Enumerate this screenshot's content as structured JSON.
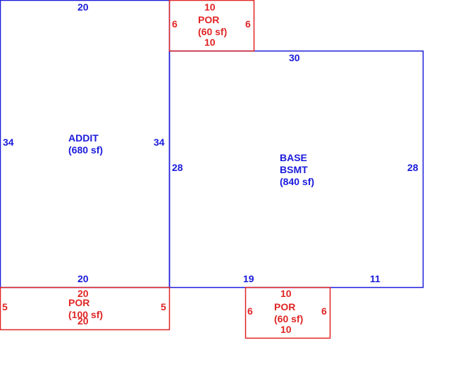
{
  "colors": {
    "main_area": "#1a1adc",
    "porch": "#e02424",
    "background": "#ffffff"
  },
  "areas": {
    "addition": {
      "name": "ADDIT",
      "area": "(680 sf)",
      "dim_top": "20",
      "dim_bottom": "20",
      "dim_left": "34",
      "dim_right": "34"
    },
    "base": {
      "name_line1": "BASE",
      "name_line2": "BSMT",
      "area": "(840 sf)",
      "dim_top": "30",
      "dim_left": "28",
      "dim_right": "28",
      "dim_bottom_left": "19",
      "dim_bottom_right": "11"
    },
    "porch_top": {
      "name": "POR",
      "area": "(60 sf)",
      "dim_top": "10",
      "dim_bottom": "10",
      "dim_left": "6",
      "dim_right": "6"
    },
    "porch_bottom_left": {
      "name": "POR",
      "area": "(100 sf)",
      "dim_top": "20",
      "dim_bottom": "20",
      "dim_left": "5",
      "dim_right": "5"
    },
    "porch_bottom_right": {
      "name": "POR",
      "area": "(60 sf)",
      "dim_top": "10",
      "dim_bottom": "10",
      "dim_left": "6",
      "dim_right": "6"
    }
  }
}
